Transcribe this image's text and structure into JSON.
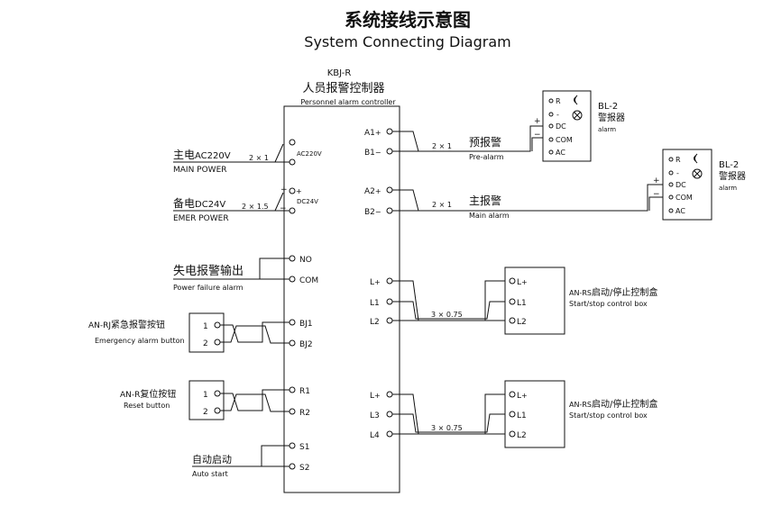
{
  "title": {
    "zh": "系统接线示意图",
    "en": "System Connecting Diagram"
  },
  "controller": {
    "model": "KBJ-R",
    "zh": "人员报警控制器",
    "en": "Personnel  alarm  controller",
    "terminals": {
      "ac": "AC220V",
      "dc": "DC24V",
      "no": "NO",
      "com": "COM",
      "bj1": "BJ1",
      "bj2": "BJ2",
      "r1": "R1",
      "r2": "R2",
      "s1": "S1",
      "s2": "S2",
      "a1": "A1",
      "b1": "B1",
      "a2": "A2",
      "b2": "B2",
      "l_plus_1": "L",
      "l1_1": "L1",
      "l2_1": "L2",
      "l_plus_2": "L",
      "l3_2": "L3",
      "l4_2": "L4"
    }
  },
  "left": {
    "main_power": {
      "zh": "主电",
      "spec": "AC220V",
      "en": "MAIN  POWER",
      "cable": "2 × 1"
    },
    "emer_power": {
      "zh": "备电",
      "spec": "DC24V",
      "en": "EMER  POWER",
      "cable": "2 × 1.5"
    },
    "power_fail": {
      "zh": "失电报警输出",
      "en": "Power  failure  alarm"
    },
    "emergency": {
      "prefix": "AN-RJ",
      "zh": "紧急报警按钮",
      "en": "Emergency alarm button",
      "t1": "1",
      "t2": "2"
    },
    "reset": {
      "prefix": "AN-R",
      "zh": "复位按钮",
      "en": "Reset  button",
      "t1": "1",
      "t2": "2"
    },
    "auto_start": {
      "zh": "自动启动",
      "en": "Auto  start"
    }
  },
  "right": {
    "pre_alarm": {
      "zh": "预报警",
      "en": "Pre-alarm",
      "cable": "2 × 1"
    },
    "main_alarm": {
      "zh": "主报警",
      "en": "Main  alarm",
      "cable": "2 × 1"
    },
    "bell": {
      "model": "BL-2",
      "zh": "警报器",
      "en": "alarm",
      "t_r": "R",
      "t_minus": "-",
      "t_dc": "DC",
      "t_com": "COM",
      "t_ac": "AC"
    },
    "ctrl_box": {
      "prefix": "AN-RS",
      "zh": "启动/停止控制盒",
      "en": "Start/stop  control  box",
      "t_lplus": "L",
      "t_l1": "L1",
      "t_l2": "L2",
      "cable": "3 × 0.75"
    }
  },
  "symbols": {
    "plus": "+",
    "minus": "−"
  }
}
